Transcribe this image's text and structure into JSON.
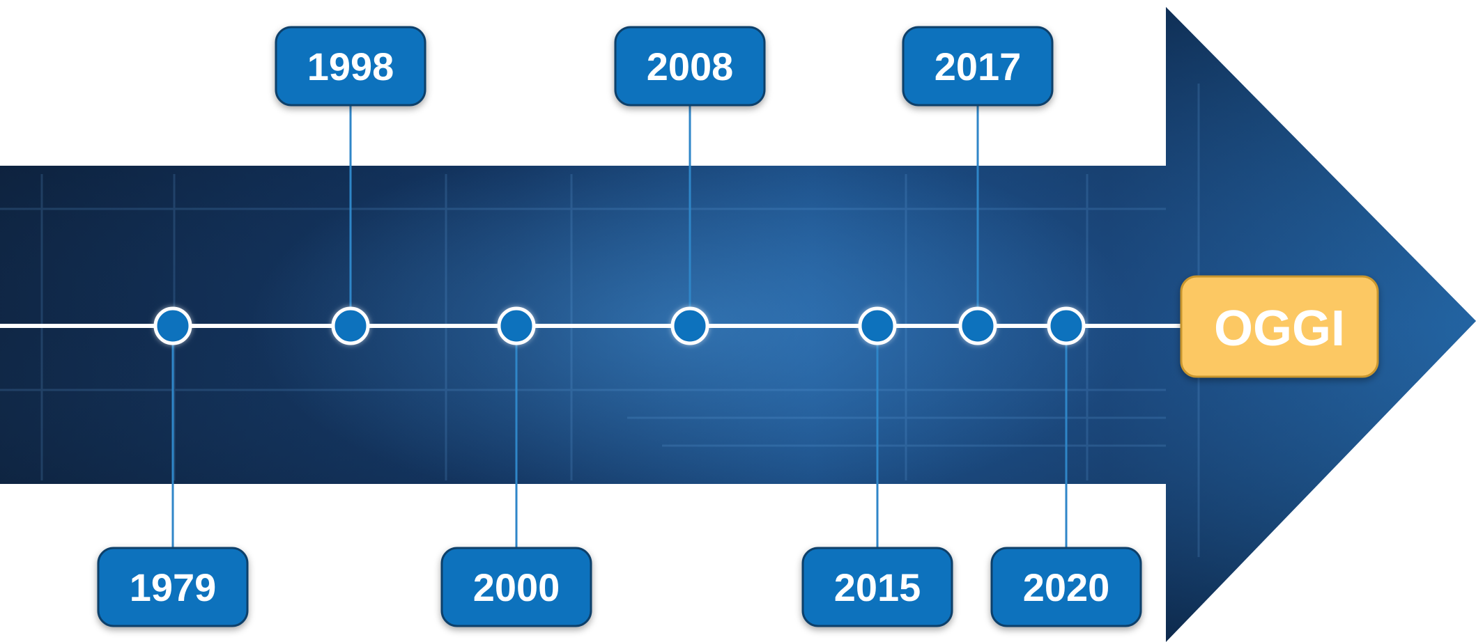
{
  "timeline": {
    "milestones": [
      {
        "year": "1979",
        "position": "below"
      },
      {
        "year": "1998",
        "position": "above"
      },
      {
        "year": "2000",
        "position": "below"
      },
      {
        "year": "2008",
        "position": "above"
      },
      {
        "year": "2015",
        "position": "below"
      },
      {
        "year": "2017",
        "position": "above"
      },
      {
        "year": "2020",
        "position": "below"
      }
    ],
    "end_label": "OGGI"
  },
  "colors": {
    "milestone_box": "#1172bd",
    "milestone_border": "#0d3f6b",
    "connector": "#2f86c8",
    "dot": "#1172bd",
    "dot_ring": "#ffffff",
    "line": "#ffffff",
    "arrow_dark": "#0a1c3a",
    "arrow_mid": "#123a6e",
    "arrow_light": "#2a6fb0",
    "oggi_box": "#fcc863",
    "oggi_border": "#c9962e"
  }
}
